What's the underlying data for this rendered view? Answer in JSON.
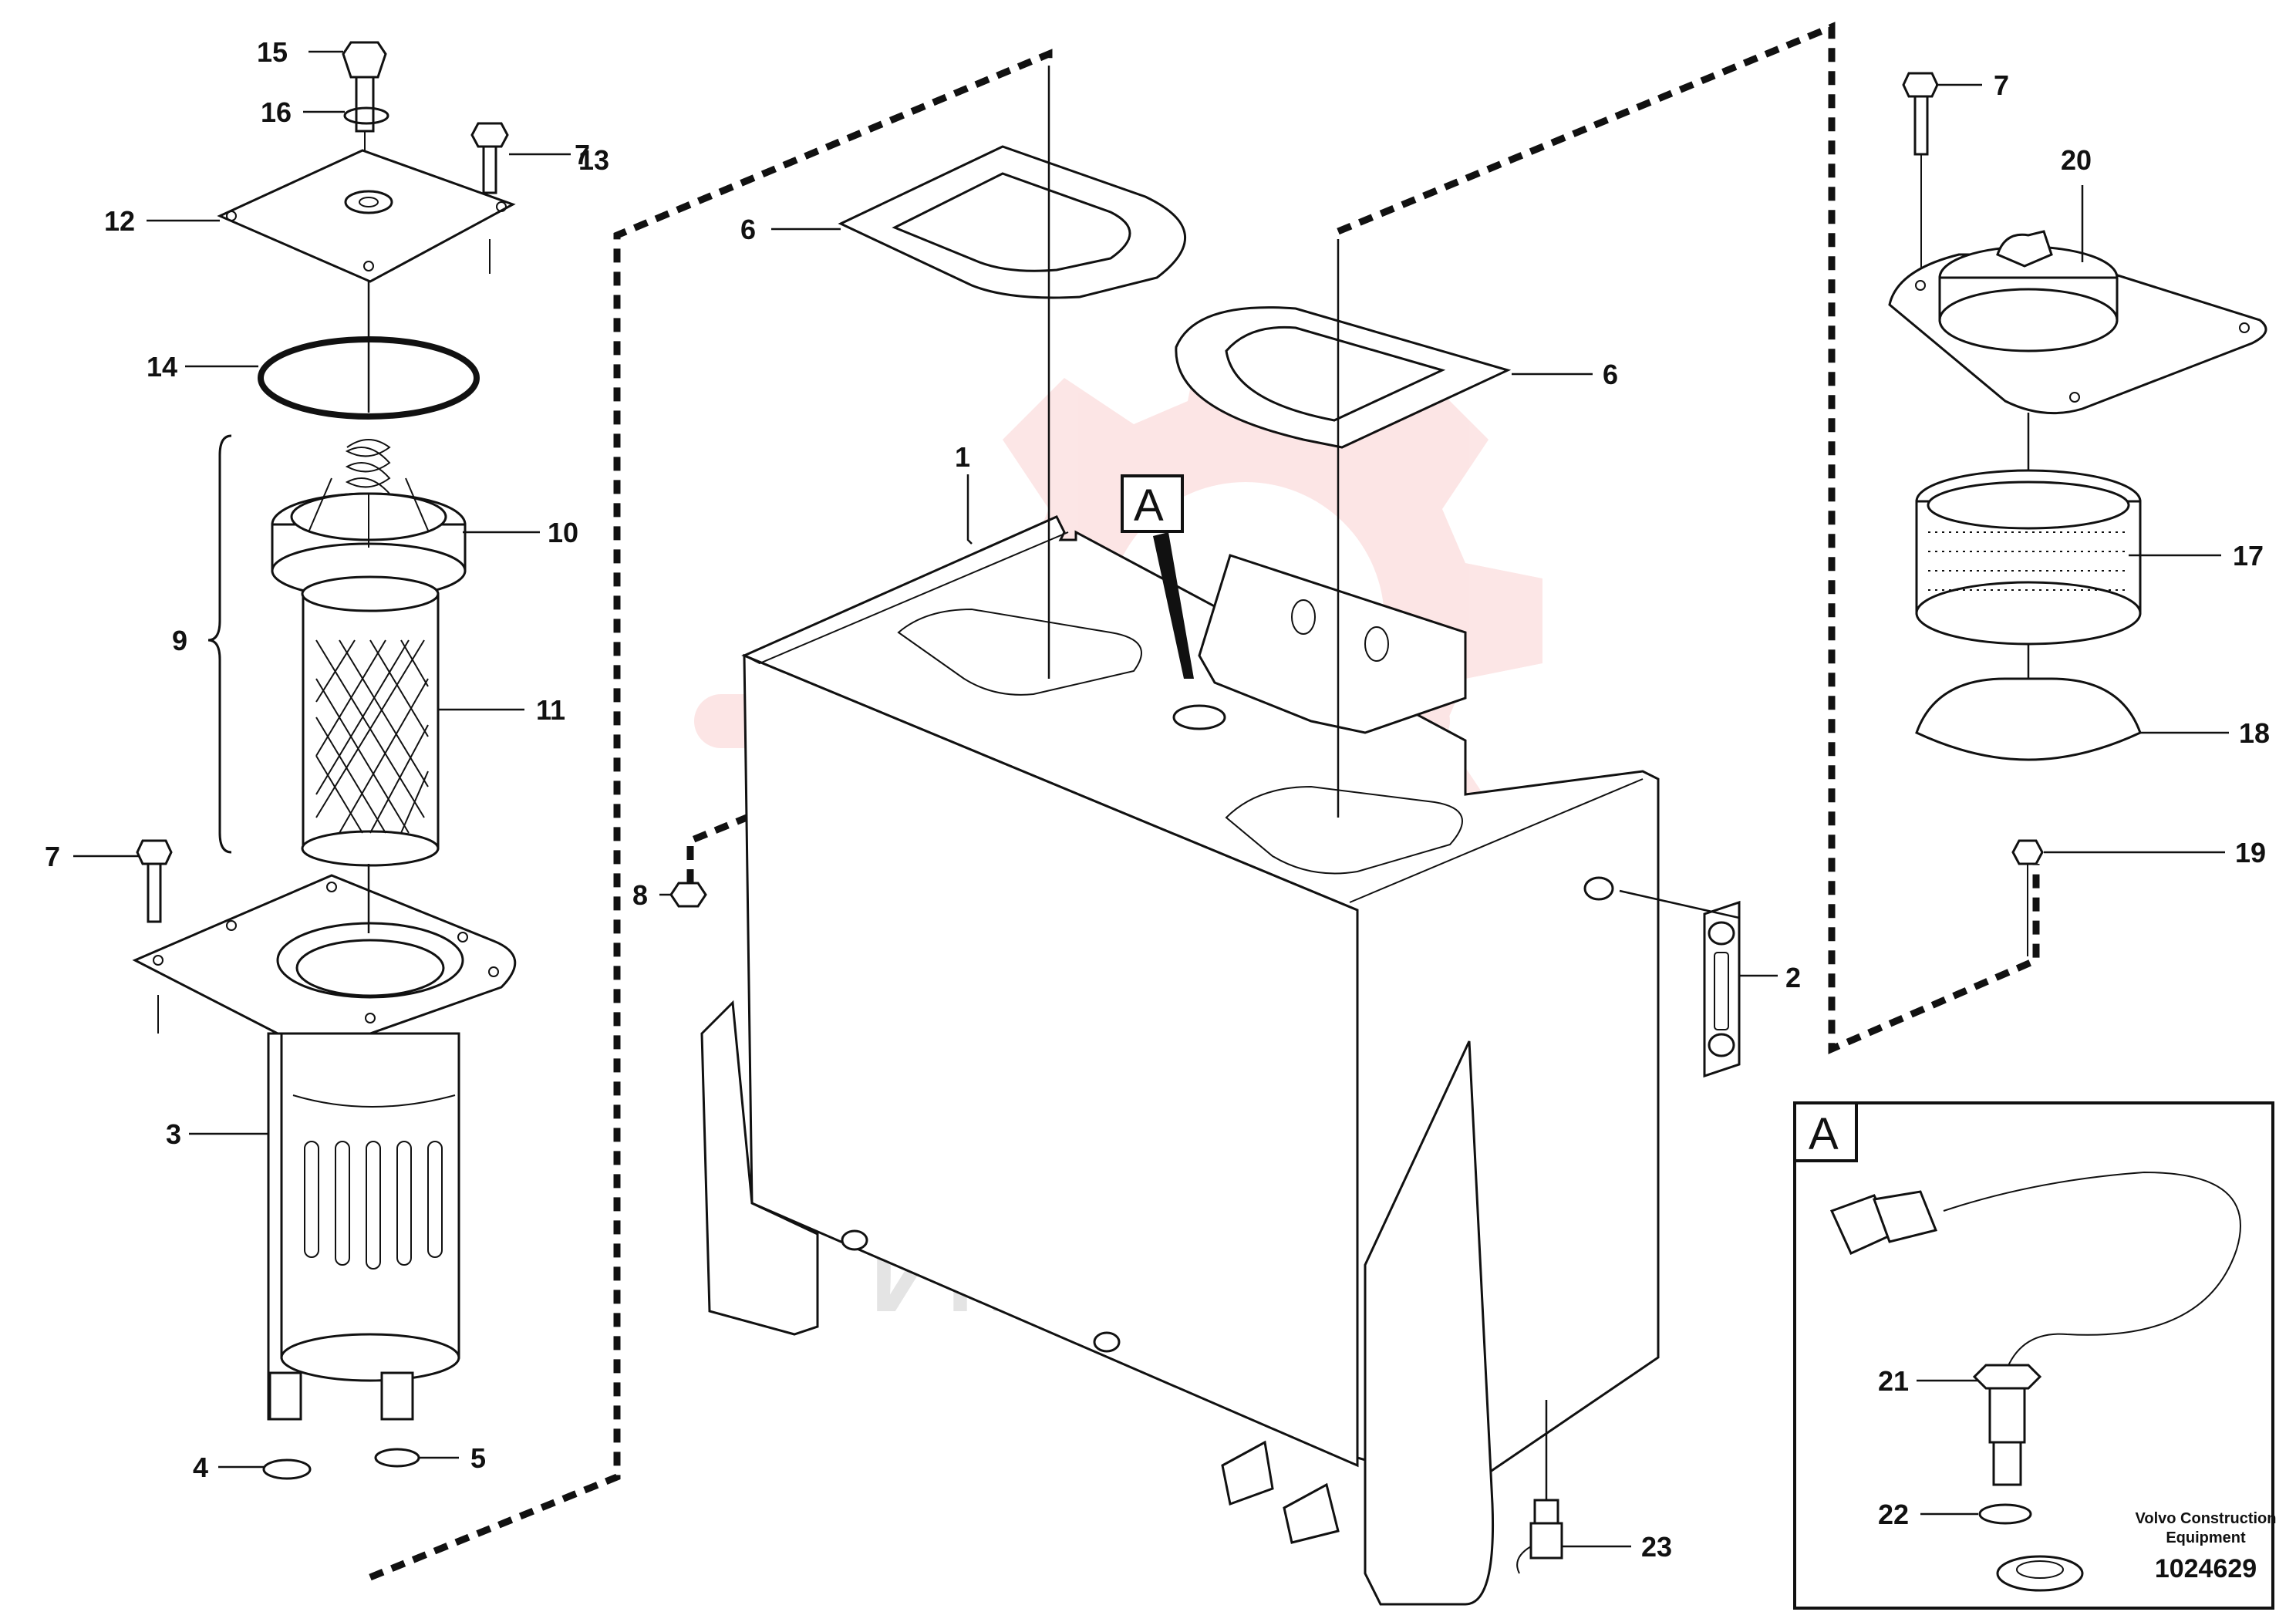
{
  "labels": {
    "p1": "1",
    "p2": "2",
    "p3": "3",
    "p4": "4",
    "p5": "5",
    "p6a": "6",
    "p6b": "6",
    "p7a": "7",
    "p7b": "7",
    "p7c": "7",
    "p8": "8",
    "p9": "9",
    "p10": "10",
    "p11": "11",
    "p12": "12",
    "p13": "13",
    "p14": "14",
    "p15": "15",
    "p16": "16",
    "p17": "17",
    "p18": "18",
    "p19": "19",
    "p20": "20",
    "p21": "21",
    "p22": "22",
    "p23": "23"
  },
  "detail": {
    "marker": "A",
    "inset_marker": "A"
  },
  "watermark": {
    "text": "ИНТЕХ",
    "color": "#f28b8b"
  },
  "publisher": {
    "brand": "Volvo Construction",
    "line2": "Equipment",
    "drawing_number": "1024629"
  }
}
